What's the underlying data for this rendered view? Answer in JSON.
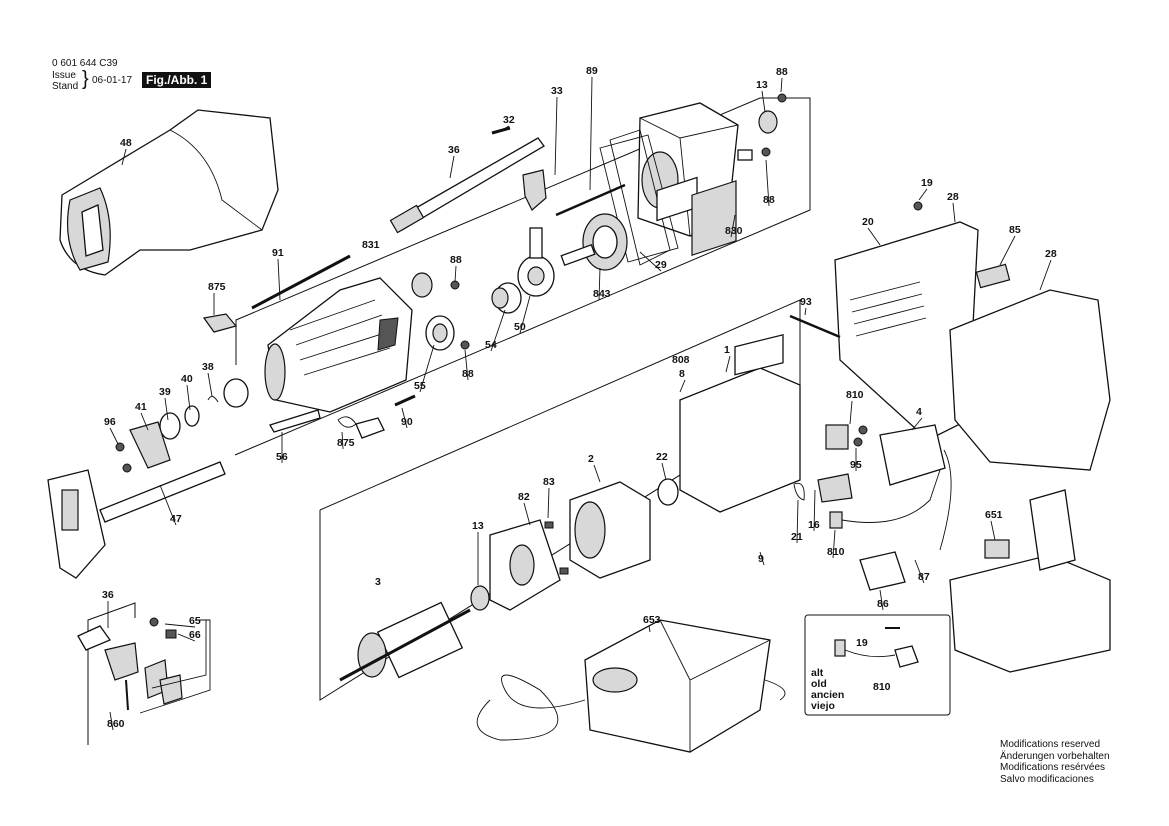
{
  "header": {
    "part_number": "0 601 644 C39",
    "issue_label": "Issue",
    "stand_label": "Stand",
    "date": "06-01-17",
    "figure": "Fig./Abb. 1"
  },
  "inset": {
    "lines": [
      "alt",
      "old",
      "ancien",
      "viejo"
    ],
    "labels": [
      "19",
      "810"
    ]
  },
  "notes": [
    "Modifications reserved",
    "Änderungen vorbehalten",
    "Modifications resérvées",
    "Salvo modificaciones"
  ],
  "callouts": [
    "48",
    "32",
    "36",
    "33",
    "89",
    "13",
    "88",
    "88",
    "91",
    "831",
    "88",
    "875",
    "38",
    "40",
    "39",
    "41",
    "96",
    "47",
    "56",
    "875",
    "90",
    "55",
    "88",
    "54",
    "50",
    "843",
    "29",
    "830",
    "19",
    "28",
    "20",
    "85",
    "28",
    "93",
    "808",
    "8",
    "1",
    "810",
    "4",
    "95",
    "2",
    "22",
    "83",
    "82",
    "13",
    "3",
    "16",
    "21",
    "810",
    "9",
    "87",
    "86",
    "651",
    "653",
    "36",
    "65",
    "66",
    "860"
  ]
}
